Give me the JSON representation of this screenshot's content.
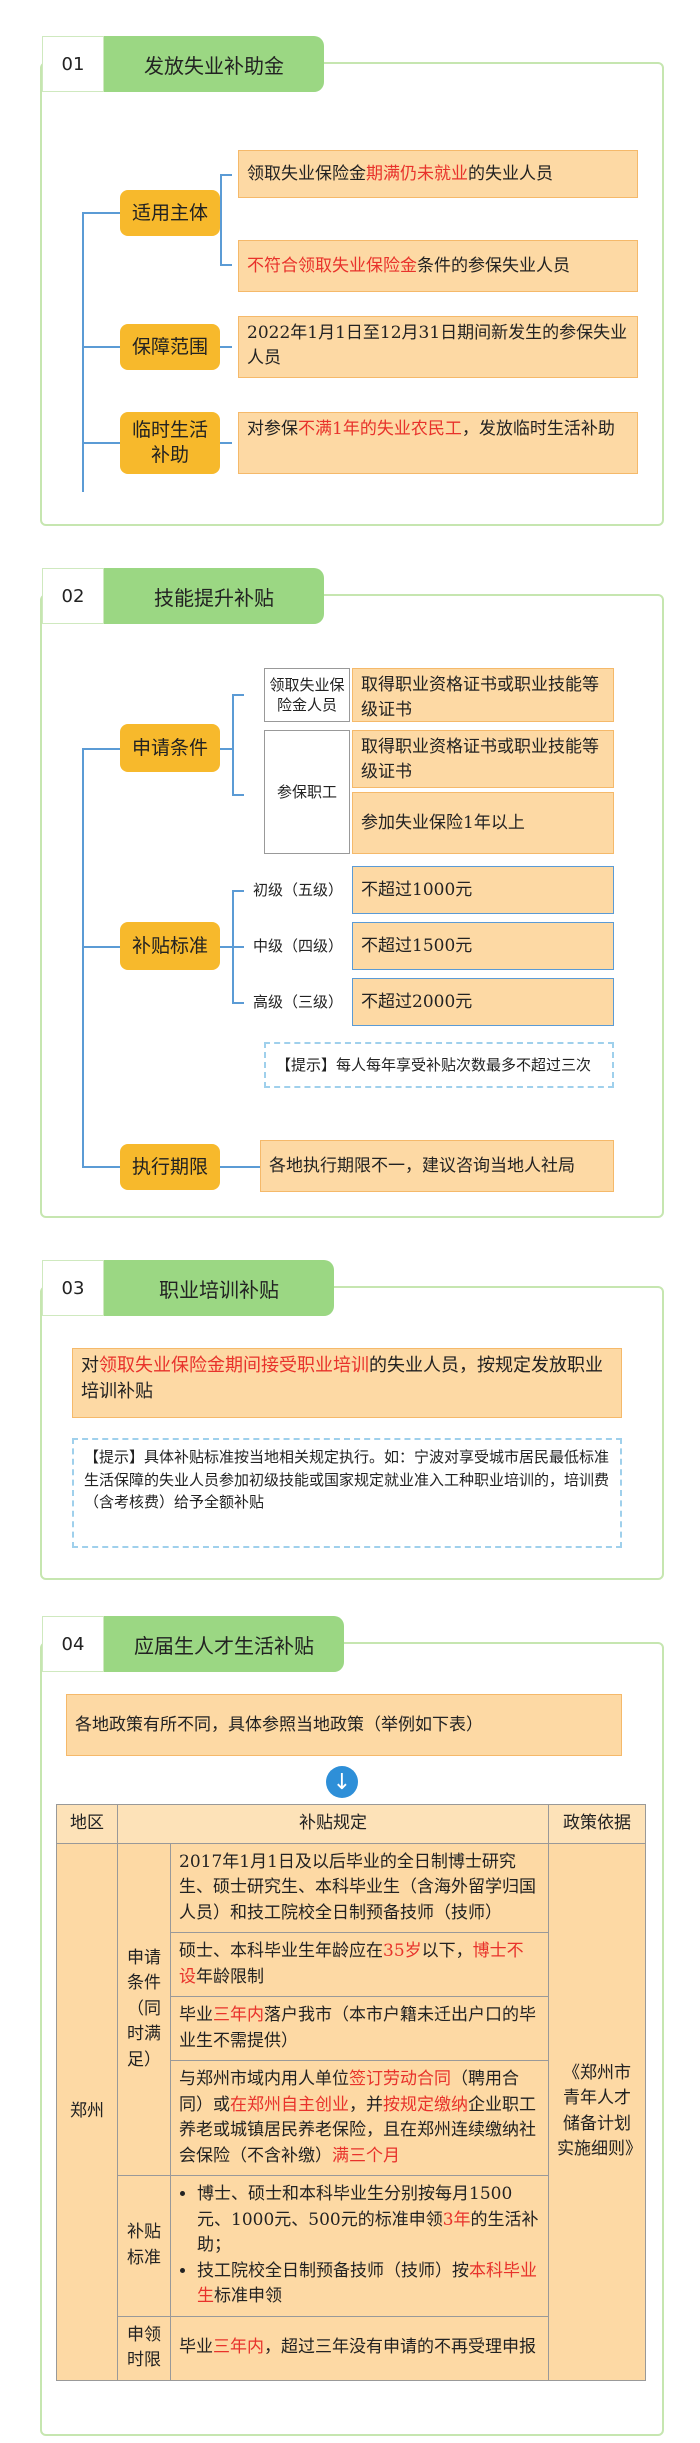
{
  "s1": {
    "num": "01",
    "title": "发放失业补助金",
    "labels": {
      "applicable": "适用主体",
      "period": "保障范围",
      "temp": "临时生活补助"
    },
    "box1": {
      "pre": "领取失业保险金",
      "red": "期满仍未就业",
      "post": "的失业人员"
    },
    "box2": {
      "red": "不符合领取失业保险金",
      "post": "条件的参保失业人员"
    },
    "box3": "2022年1月1日至12月31日期间新发生的参保失业人员",
    "box4": {
      "pre": "对参保",
      "red": "不满1年的失业农民工",
      "post": "，发放临时生活补助"
    }
  },
  "s2": {
    "num": "02",
    "title": "技能提升补贴",
    "labels": {
      "cond": "申请条件",
      "std": "补贴标准",
      "period": "执行期限"
    },
    "cond_a": "领取失业保险金人员",
    "cond_a_text": "取得职业资格证书或职业技能等级证书",
    "cond_b": "参保职工",
    "cond_b_text1": "取得职业资格证书或职业技能等级证书",
    "cond_b_text2": "参加失业保险1年以上",
    "levels": [
      {
        "name": "初级（五级）",
        "value": "不超过1000元"
      },
      {
        "name": "中级（四级）",
        "value": "不超过1500元"
      },
      {
        "name": "高级（三级）",
        "value": "不超过2000元"
      }
    ],
    "tip": "【提示】每人每年享受补贴次数最多不超过三次",
    "period_text": "各地执行期限不一，建议咨询当地人社局"
  },
  "s3": {
    "num": "03",
    "title": "职业培训补贴",
    "main": {
      "pre": "对",
      "red": "领取失业保险金期间接受职业培训",
      "post": "的失业人员，按规定发放职业培训补贴"
    },
    "tip": "【提示】具体补贴标准按当地相关规定执行。如：宁波对享受城市居民最低标准生活保障的失业人员参加初级技能或国家规定就业准入工种职业培训的，培训费（含考核费）给予全额补贴"
  },
  "s4": {
    "num": "04",
    "title": "应届生人才生活补贴",
    "intro": "各地政策有所不同，具体参照当地政策（举例如下表）",
    "arrow": "↓",
    "table": {
      "h_region": "地区",
      "h_rule": "补贴规定",
      "h_basis": "政策依据",
      "region": "郑州",
      "basis": "《郑州市青年人才储备计划实施细则》",
      "cond_label": "申请条件（同时满足）",
      "c1": "2017年1月1日及以后毕业的全日制博士研究生、硕士研究生、本科毕业生（含海外留学归国人员）和技工院校全日制预备技师（技师）",
      "c2_pre": "硕士、本科毕业生年龄应在",
      "c2_red1": "35岁",
      "c2_mid": "以下，",
      "c2_red2": "博士不设",
      "c2_post": "年龄限制",
      "c3_pre": "毕业",
      "c3_red": "三年内",
      "c3_post": "落户我市（本市户籍未迁出户口的毕业生不需提供）",
      "c4_a": "与郑州市域内用人单位",
      "c4_red1": "签订劳动合同",
      "c4_b": "（聘用合同）或",
      "c4_red2": "在郑州自主创业",
      "c4_c": "，并",
      "c4_red3": "按规定缴纳",
      "c4_d": "企业职工养老或城镇居民养老保险，且在郑州连续缴纳社会保险（不含补缴）",
      "c4_red4": "满三个月",
      "std_label": "补贴标准",
      "s1_pre": "博士、硕士和本科毕业生分别按每月1500元、1000元、500元的标准申领",
      "s1_red": "3年",
      "s1_post": "的生活补助；",
      "s2_pre": "技工院校全日制预备技师（技师）按",
      "s2_red": "本科毕业生",
      "s2_post": "标准申领",
      "time_label": "申领时限",
      "t_pre": "毕业",
      "t_red": "三年内",
      "t_post": "，超过三年没有申请的不再受理申报"
    }
  }
}
